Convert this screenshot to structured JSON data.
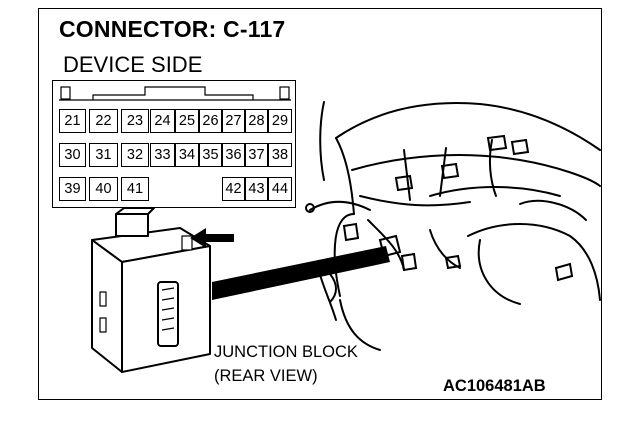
{
  "title": "CONNECTOR: C-117",
  "subtitle": "DEVICE SIDE",
  "connector": {
    "rows": [
      [
        "21",
        "22",
        "23",
        "24",
        "25",
        "26",
        "27",
        "28",
        "29"
      ],
      [
        "30",
        "31",
        "32",
        "33",
        "34",
        "35",
        "36",
        "37",
        "38"
      ],
      [
        "39",
        "40",
        "41",
        "42",
        "43",
        "44"
      ]
    ]
  },
  "labels": {
    "junction_line1": "JUNCTION BLOCK",
    "junction_line2": "(REAR VIEW)",
    "figure_code": "AC106481AB"
  },
  "icons": {
    "arrow": "arrow-right-icon",
    "junction_block": "junction-block-icon",
    "dashboard": "dashboard-illustration"
  },
  "colors": {
    "line": "#000000",
    "background": "#ffffff"
  }
}
